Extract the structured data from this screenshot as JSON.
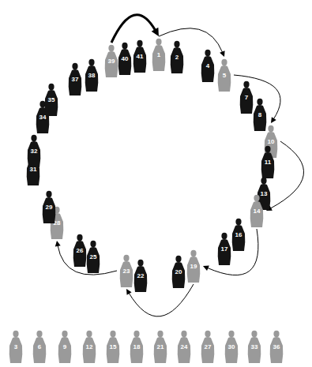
{
  "diagram": {
    "nodes": [
      {
        "text": [
          "1"
        ]
      },
      {
        "text": [
          "2"
        ]
      },
      {
        "text": [
          "4"
        ]
      },
      {
        "text": [
          "5"
        ]
      },
      {
        "text": [
          "7"
        ]
      },
      {
        "text": [
          "8"
        ]
      },
      {
        "text": [
          "10"
        ]
      },
      {
        "text": [
          "11"
        ]
      },
      {
        "text": [
          "13"
        ]
      },
      {
        "text": [
          "14"
        ]
      },
      {
        "text": [
          "16"
        ]
      },
      {
        "text": [
          "17"
        ]
      },
      {
        "text": [
          "19"
        ]
      },
      {
        "text": [
          "20"
        ]
      },
      {
        "text": [
          "22"
        ]
      },
      {
        "text": [
          "23"
        ]
      },
      {
        "text": [
          "25"
        ]
      },
      {
        "text": [
          "26"
        ]
      },
      {
        "text": [
          "28"
        ]
      },
      {
        "text": [
          "29"
        ]
      },
      {
        "text": [
          "31"
        ]
      },
      {
        "text": [
          "32"
        ]
      },
      {
        "text": [
          "34"
        ]
      },
      {
        "text": [
          "35"
        ]
      },
      {
        "text": [
          "37"
        ]
      },
      {
        "text": [
          "38"
        ]
      },
      {
        "text": [
          "39"
        ]
      },
      {
        "text": [
          "40"
        ]
      },
      {
        "text": [
          "41"
        ]
      },
      {
        "text": [
          "3"
        ]
      },
      {
        "text": [
          "6"
        ]
      },
      {
        "text": [
          "9"
        ]
      },
      {
        "text": [
          "12"
        ]
      },
      {
        "text": [
          "15"
        ]
      },
      {
        "text": [
          "18"
        ]
      },
      {
        "text": [
          "21"
        ]
      },
      {
        "text": [
          "24"
        ]
      },
      {
        "text": [
          "27"
        ]
      },
      {
        "text": [
          "30"
        ]
      },
      {
        "text": [
          "33"
        ]
      },
      {
        "text": [
          "36"
        ]
      }
    ],
    "edges": [
      {
        "from": 26,
        "to": 0,
        "arrow": "to"
      },
      {
        "from": 0,
        "to": 3,
        "arrow": "to"
      },
      {
        "from": 3,
        "to": 6,
        "arrow": "to"
      },
      {
        "from": 6,
        "to": 9,
        "arrow": "to"
      },
      {
        "from": 9,
        "to": 12,
        "arrow": "to"
      },
      {
        "from": 12,
        "to": 15,
        "arrow": "to"
      },
      {
        "from": 15,
        "to": 18,
        "arrow": "to"
      }
    ]
  }
}
